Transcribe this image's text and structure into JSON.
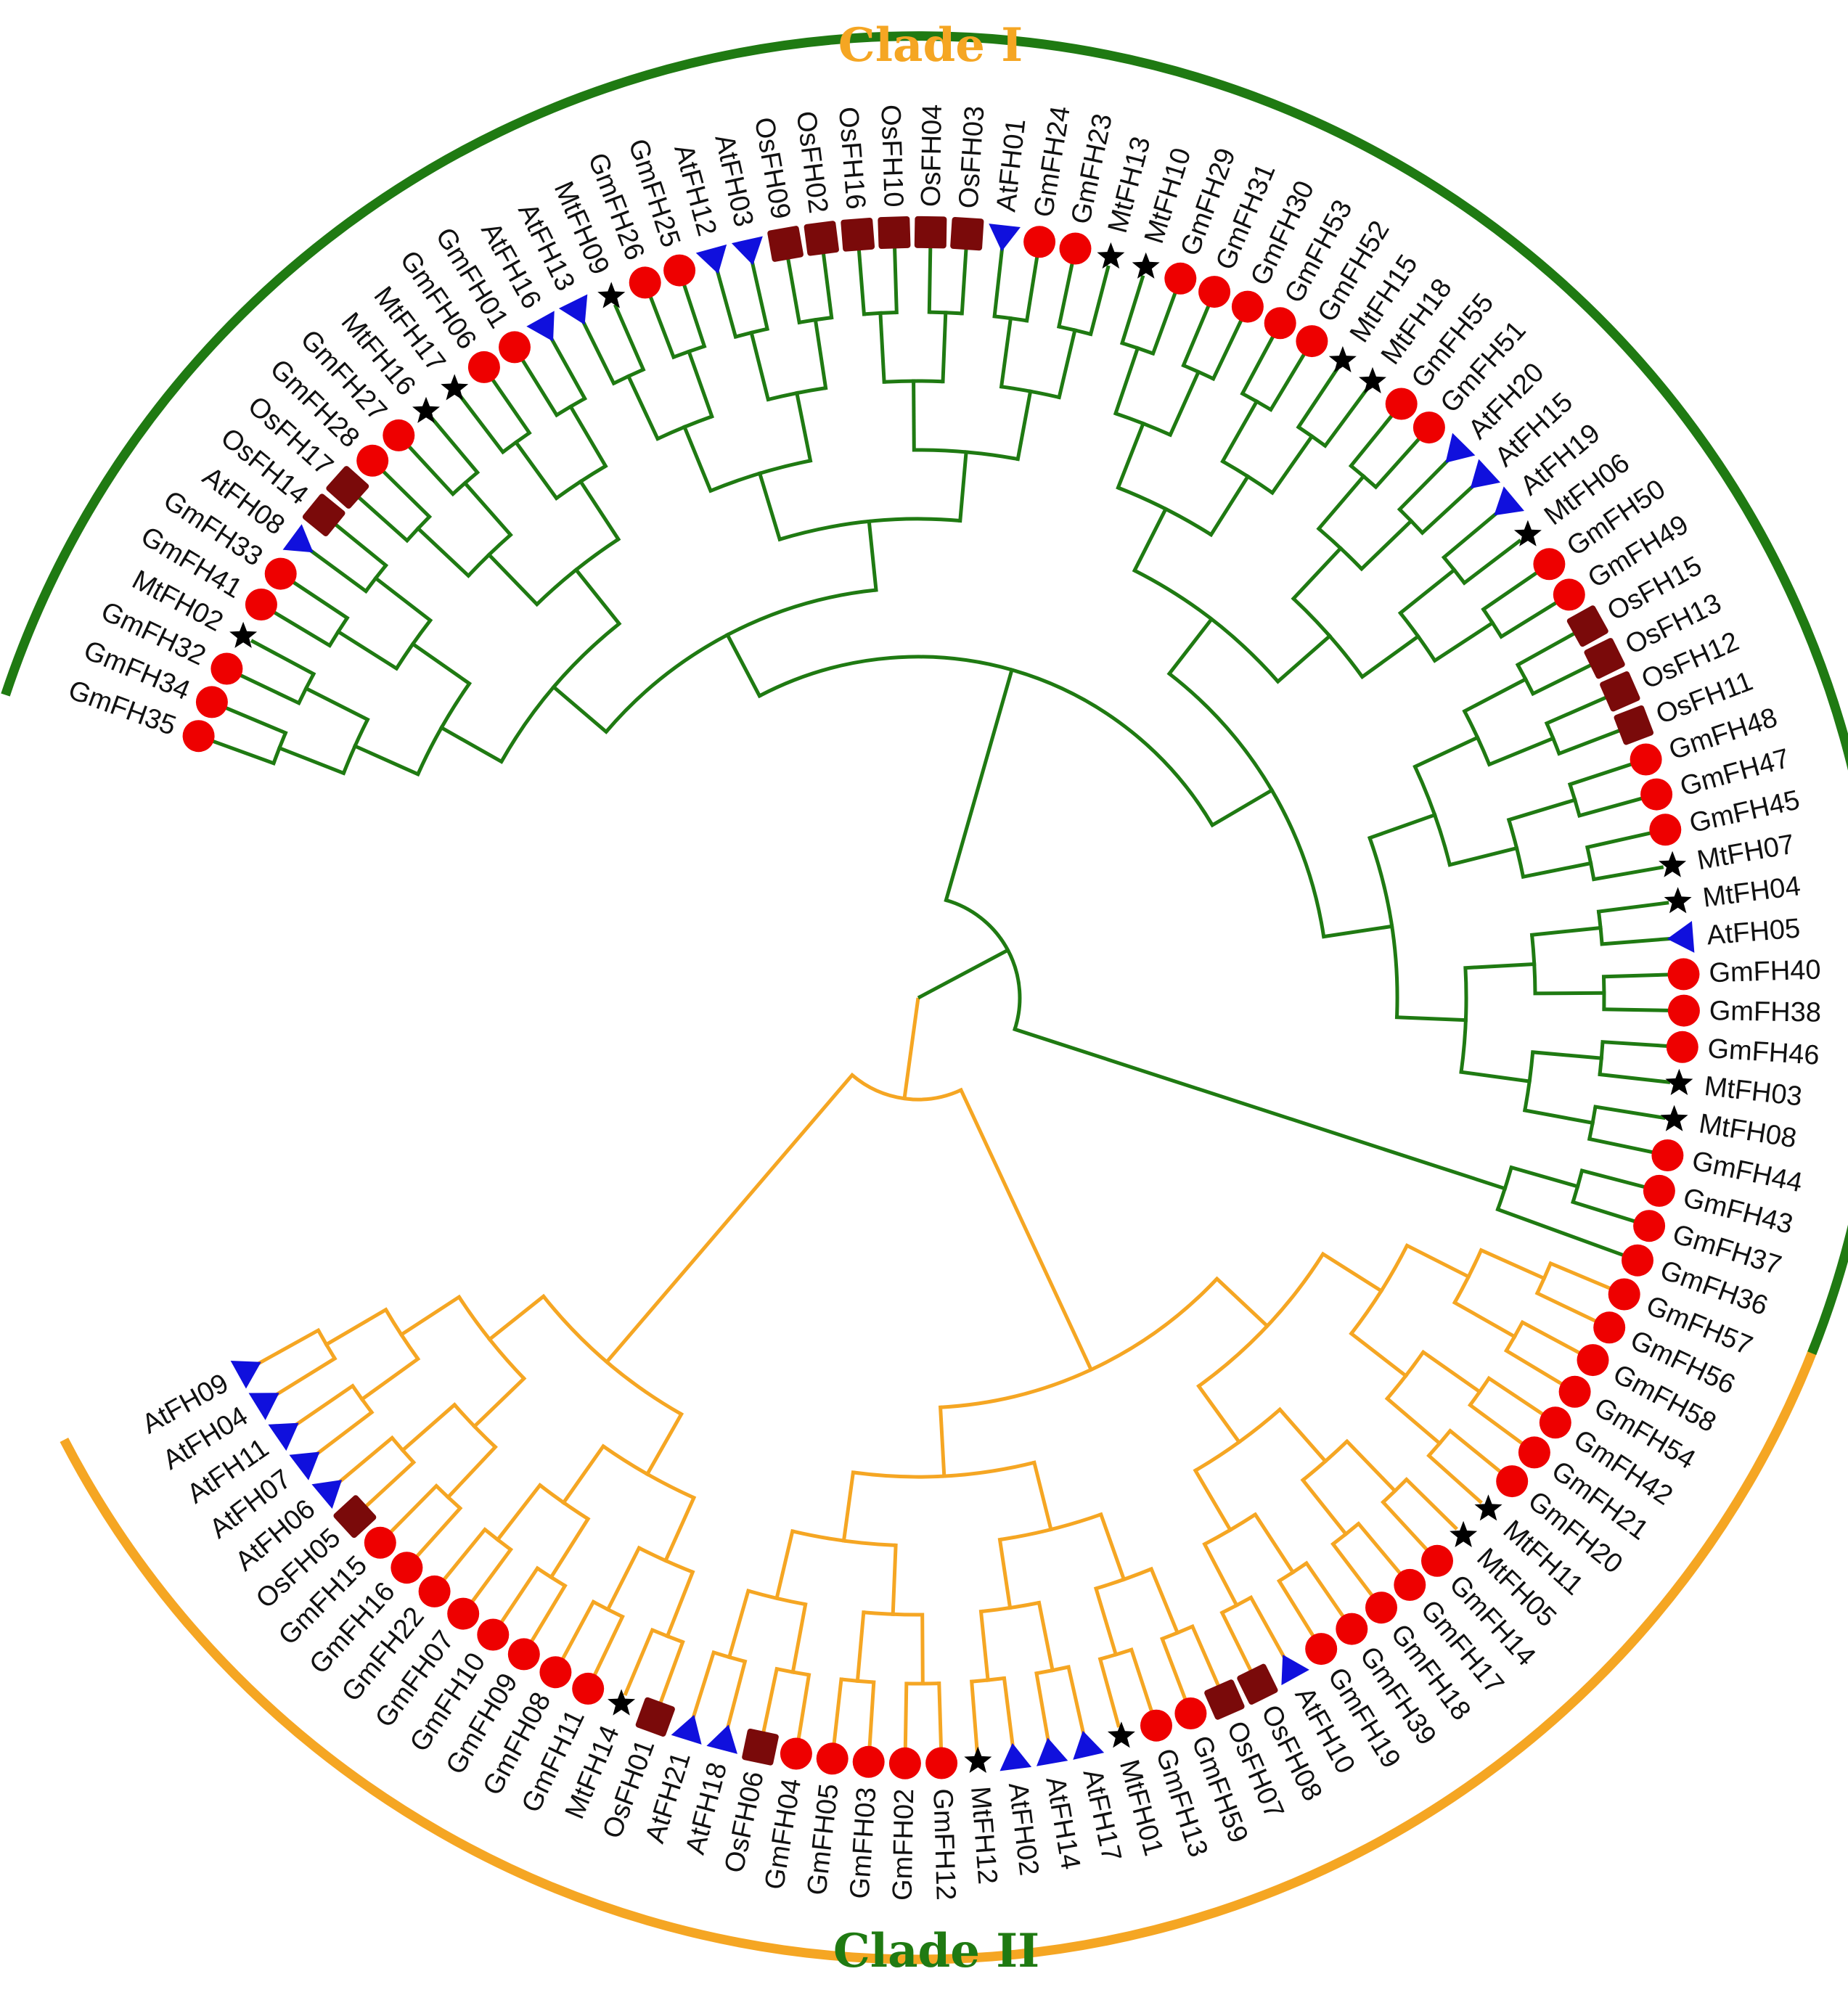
{
  "clades": [
    {
      "id": "I",
      "title": "Clade I",
      "color": "#F5A623"
    },
    {
      "id": "II",
      "title": "Clade II",
      "color": "#1F7A12"
    }
  ],
  "marker_types": {
    "Gm": {
      "shape": "circle",
      "color": "#EE0000"
    },
    "Mt": {
      "shape": "star",
      "color": "#000000"
    },
    "At": {
      "shape": "triangle",
      "color": "#1010DD"
    },
    "Os": {
      "shape": "square",
      "color": "#7A0A0A"
    }
  },
  "leaves": [
    {
      "label": "GmFH35",
      "marker": "Gm",
      "clade": "II"
    },
    {
      "label": "GmFH34",
      "marker": "Gm",
      "clade": "II"
    },
    {
      "label": "GmFH32",
      "marker": "Gm",
      "clade": "II"
    },
    {
      "label": "MtFH02",
      "marker": "Mt",
      "clade": "II"
    },
    {
      "label": "GmFH41",
      "marker": "Gm",
      "clade": "II"
    },
    {
      "label": "GmFH33",
      "marker": "Gm",
      "clade": "II"
    },
    {
      "label": "AtFH08",
      "marker": "At",
      "clade": "II"
    },
    {
      "label": "OsFH14",
      "marker": "Os",
      "clade": "II"
    },
    {
      "label": "OsFH17",
      "marker": "Os",
      "clade": "II"
    },
    {
      "label": "GmFH28",
      "marker": "Gm",
      "clade": "II"
    },
    {
      "label": "GmFH27",
      "marker": "Gm",
      "clade": "II"
    },
    {
      "label": "MtFH16",
      "marker": "Mt",
      "clade": "II"
    },
    {
      "label": "MtFH17",
      "marker": "Mt",
      "clade": "II"
    },
    {
      "label": "GmFH06",
      "marker": "Gm",
      "clade": "II"
    },
    {
      "label": "GmFH01",
      "marker": "Gm",
      "clade": "II"
    },
    {
      "label": "AtFH16",
      "marker": "At",
      "clade": "II"
    },
    {
      "label": "AtFH13",
      "marker": "At",
      "clade": "II"
    },
    {
      "label": "MtFH09",
      "marker": "Mt",
      "clade": "II"
    },
    {
      "label": "GmFH26",
      "marker": "Gm",
      "clade": "II"
    },
    {
      "label": "GmFH25",
      "marker": "Gm",
      "clade": "II"
    },
    {
      "label": "AtFH12",
      "marker": "At",
      "clade": "II"
    },
    {
      "label": "AtFH03",
      "marker": "At",
      "clade": "II"
    },
    {
      "label": "OsFH09",
      "marker": "Os",
      "clade": "II"
    },
    {
      "label": "OsFH02",
      "marker": "Os",
      "clade": "II"
    },
    {
      "label": "OsFH16",
      "marker": "Os",
      "clade": "II"
    },
    {
      "label": "OsFH10",
      "marker": "Os",
      "clade": "II"
    },
    {
      "label": "OsFH04",
      "marker": "Os",
      "clade": "II"
    },
    {
      "label": "OsFH03",
      "marker": "Os",
      "clade": "II"
    },
    {
      "label": "AtFH01",
      "marker": "At",
      "clade": "II"
    },
    {
      "label": "GmFH24",
      "marker": "Gm",
      "clade": "II"
    },
    {
      "label": "GmFH23",
      "marker": "Gm",
      "clade": "II"
    },
    {
      "label": "MtFH13",
      "marker": "Mt",
      "clade": "II"
    },
    {
      "label": "MtFH10",
      "marker": "Mt",
      "clade": "II"
    },
    {
      "label": "GmFH29",
      "marker": "Gm",
      "clade": "II"
    },
    {
      "label": "GmFH31",
      "marker": "Gm",
      "clade": "II"
    },
    {
      "label": "GmFH30",
      "marker": "Gm",
      "clade": "II"
    },
    {
      "label": "GmFH53",
      "marker": "Gm",
      "clade": "II"
    },
    {
      "label": "GmFH52",
      "marker": "Gm",
      "clade": "II"
    },
    {
      "label": "MtFH15",
      "marker": "Mt",
      "clade": "II"
    },
    {
      "label": "MtFH18",
      "marker": "Mt",
      "clade": "II"
    },
    {
      "label": "GmFH55",
      "marker": "Gm",
      "clade": "II"
    },
    {
      "label": "GmFH51",
      "marker": "Gm",
      "clade": "II"
    },
    {
      "label": "AtFH20",
      "marker": "At",
      "clade": "II"
    },
    {
      "label": "AtFH15",
      "marker": "At",
      "clade": "II"
    },
    {
      "label": "AtFH19",
      "marker": "At",
      "clade": "II"
    },
    {
      "label": "MtFH06",
      "marker": "Mt",
      "clade": "II"
    },
    {
      "label": "GmFH50",
      "marker": "Gm",
      "clade": "II"
    },
    {
      "label": "GmFH49",
      "marker": "Gm",
      "clade": "II"
    },
    {
      "label": "OsFH15",
      "marker": "Os",
      "clade": "II"
    },
    {
      "label": "OsFH13",
      "marker": "Os",
      "clade": "II"
    },
    {
      "label": "OsFH12",
      "marker": "Os",
      "clade": "II"
    },
    {
      "label": "OsFH11",
      "marker": "Os",
      "clade": "II"
    },
    {
      "label": "GmFH48",
      "marker": "Gm",
      "clade": "II"
    },
    {
      "label": "GmFH47",
      "marker": "Gm",
      "clade": "II"
    },
    {
      "label": "GmFH45",
      "marker": "Gm",
      "clade": "II"
    },
    {
      "label": "MtFH07",
      "marker": "Mt",
      "clade": "II"
    },
    {
      "label": "MtFH04",
      "marker": "Mt",
      "clade": "II"
    },
    {
      "label": "AtFH05",
      "marker": "At",
      "clade": "II"
    },
    {
      "label": "GmFH40",
      "marker": "Gm",
      "clade": "II"
    },
    {
      "label": "GmFH38",
      "marker": "Gm",
      "clade": "II"
    },
    {
      "label": "GmFH46",
      "marker": "Gm",
      "clade": "II"
    },
    {
      "label": "MtFH03",
      "marker": "Mt",
      "clade": "II"
    },
    {
      "label": "MtFH08",
      "marker": "Mt",
      "clade": "II"
    },
    {
      "label": "GmFH44",
      "marker": "Gm",
      "clade": "II"
    },
    {
      "label": "GmFH43",
      "marker": "Gm",
      "clade": "II"
    },
    {
      "label": "GmFH37",
      "marker": "Gm",
      "clade": "II"
    },
    {
      "label": "GmFH36",
      "marker": "Gm",
      "clade": "II"
    },
    {
      "label": "GmFH57",
      "marker": "Gm",
      "clade": "I"
    },
    {
      "label": "GmFH56",
      "marker": "Gm",
      "clade": "I"
    },
    {
      "label": "GmFH58",
      "marker": "Gm",
      "clade": "I"
    },
    {
      "label": "GmFH54",
      "marker": "Gm",
      "clade": "I"
    },
    {
      "label": "GmFH42",
      "marker": "Gm",
      "clade": "I"
    },
    {
      "label": "GmFH21",
      "marker": "Gm",
      "clade": "I"
    },
    {
      "label": "GmFH20",
      "marker": "Gm",
      "clade": "I"
    },
    {
      "label": "MtFH11",
      "marker": "Mt",
      "clade": "I"
    },
    {
      "label": "MtFH05",
      "marker": "Mt",
      "clade": "I"
    },
    {
      "label": "GmFH14",
      "marker": "Gm",
      "clade": "I"
    },
    {
      "label": "GmFH17",
      "marker": "Gm",
      "clade": "I"
    },
    {
      "label": "GmFH18",
      "marker": "Gm",
      "clade": "I"
    },
    {
      "label": "GmFH39",
      "marker": "Gm",
      "clade": "I"
    },
    {
      "label": "GmFH19",
      "marker": "Gm",
      "clade": "I"
    },
    {
      "label": "AtFH10",
      "marker": "At",
      "clade": "I"
    },
    {
      "label": "OsFH08",
      "marker": "Os",
      "clade": "I"
    },
    {
      "label": "OsFH07",
      "marker": "Os",
      "clade": "I"
    },
    {
      "label": "GmFH59",
      "marker": "Gm",
      "clade": "I"
    },
    {
      "label": "GmFH13",
      "marker": "Gm",
      "clade": "I"
    },
    {
      "label": "MtFH01",
      "marker": "Mt",
      "clade": "I"
    },
    {
      "label": "AtFH17",
      "marker": "At",
      "clade": "I"
    },
    {
      "label": "AtFH14",
      "marker": "At",
      "clade": "I"
    },
    {
      "label": "AtFH02",
      "marker": "At",
      "clade": "I"
    },
    {
      "label": "MtFH12",
      "marker": "Mt",
      "clade": "I"
    },
    {
      "label": "GmFH12",
      "marker": "Gm",
      "clade": "I"
    },
    {
      "label": "GmFH02",
      "marker": "Gm",
      "clade": "I"
    },
    {
      "label": "GmFH03",
      "marker": "Gm",
      "clade": "I"
    },
    {
      "label": "GmFH05",
      "marker": "Gm",
      "clade": "I"
    },
    {
      "label": "GmFH04",
      "marker": "Gm",
      "clade": "I"
    },
    {
      "label": "OsFH06",
      "marker": "Os",
      "clade": "I"
    },
    {
      "label": "AtFH18",
      "marker": "At",
      "clade": "I"
    },
    {
      "label": "AtFH21",
      "marker": "At",
      "clade": "I"
    },
    {
      "label": "OsFH01",
      "marker": "Os",
      "clade": "I"
    },
    {
      "label": "MtFH14",
      "marker": "Mt",
      "clade": "I"
    },
    {
      "label": "GmFH11",
      "marker": "Gm",
      "clade": "I"
    },
    {
      "label": "GmFH08",
      "marker": "Gm",
      "clade": "I"
    },
    {
      "label": "GmFH09",
      "marker": "Gm",
      "clade": "I"
    },
    {
      "label": "GmFH10",
      "marker": "Gm",
      "clade": "I"
    },
    {
      "label": "GmFH07",
      "marker": "Gm",
      "clade": "I"
    },
    {
      "label": "GmFH22",
      "marker": "Gm",
      "clade": "I"
    },
    {
      "label": "GmFH16",
      "marker": "Gm",
      "clade": "I"
    },
    {
      "label": "GmFH15",
      "marker": "Gm",
      "clade": "I"
    },
    {
      "label": "OsFH05",
      "marker": "Os",
      "clade": "I"
    },
    {
      "label": "AtFH06",
      "marker": "At",
      "clade": "I"
    },
    {
      "label": "AtFH07",
      "marker": "At",
      "clade": "I"
    },
    {
      "label": "AtFH11",
      "marker": "At",
      "clade": "I"
    },
    {
      "label": "AtFH04",
      "marker": "At",
      "clade": "I"
    },
    {
      "label": "AtFH09",
      "marker": "At",
      "clade": "I"
    }
  ]
}
